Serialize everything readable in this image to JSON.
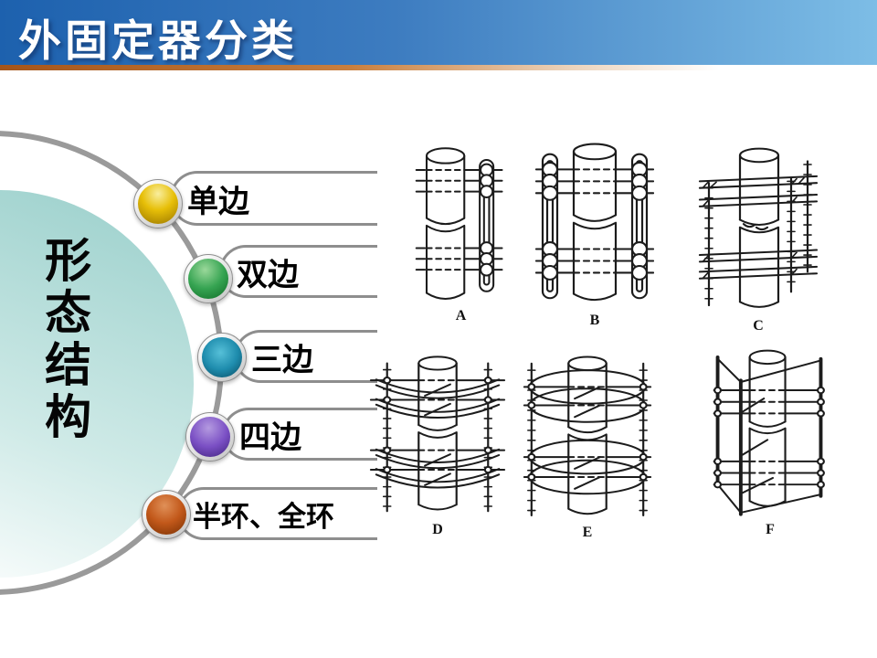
{
  "header": {
    "title": "外固定器分类"
  },
  "left_panel": {
    "title": "形态结构"
  },
  "categories": [
    {
      "label": "单边",
      "sphere_color": "#e7bf08"
    },
    {
      "label": "双边",
      "sphere_color": "#36a452"
    },
    {
      "label": "三边",
      "sphere_color": "#1e8cad"
    },
    {
      "label": "四边",
      "sphere_color": "#7a4fc4"
    },
    {
      "label": "半环、全环",
      "sphere_color": "#c2581a"
    }
  ],
  "figures": [
    {
      "label": "A",
      "name": "unilateral-fixator-drawing"
    },
    {
      "label": "B",
      "name": "bilateral-fixator-drawing"
    },
    {
      "label": "C",
      "name": "three-bar-fixator-drawing"
    },
    {
      "label": "D",
      "name": "half-ring-fixator-drawing"
    },
    {
      "label": "E",
      "name": "full-ring-fixator-drawing"
    },
    {
      "label": "F",
      "name": "triangular-frame-fixator-drawing"
    }
  ],
  "colors": {
    "header_gradient_left": "#1d61ae",
    "header_gradient_right": "#7dbde6",
    "accent_line": "#a5551a",
    "arc_gray": "#9a9a9a",
    "decor_teal": "#a3d4d0",
    "drawing_ink": "#1c1c1c"
  }
}
